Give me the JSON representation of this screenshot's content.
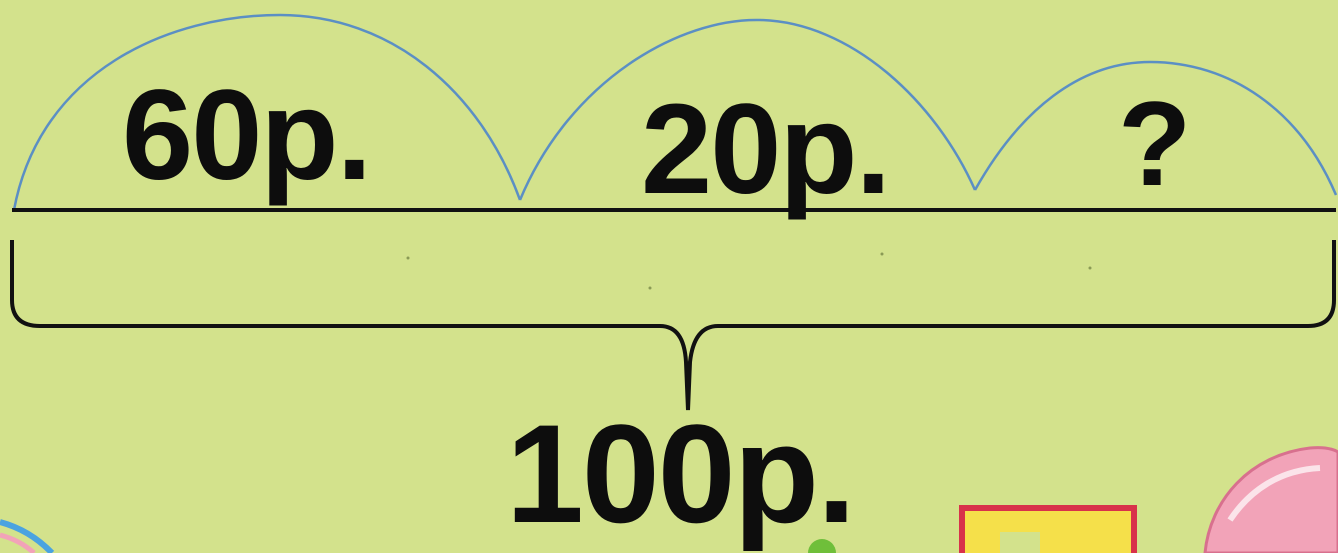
{
  "diagram": {
    "segments": [
      {
        "label": "60р."
      },
      {
        "label": "20р."
      },
      {
        "label": "?"
      }
    ],
    "total_label": "100р."
  },
  "colors": {
    "background": "#d3e28c",
    "arc_stroke": "#5b8fc4",
    "line_stroke": "#111111",
    "text": "#0d0d0d",
    "deco_pink": "#f2a3b8",
    "deco_yellow": "#f5e04a",
    "deco_red": "#d8324a",
    "deco_green": "#6fbf3a",
    "deco_blue": "#4aa3e0"
  }
}
